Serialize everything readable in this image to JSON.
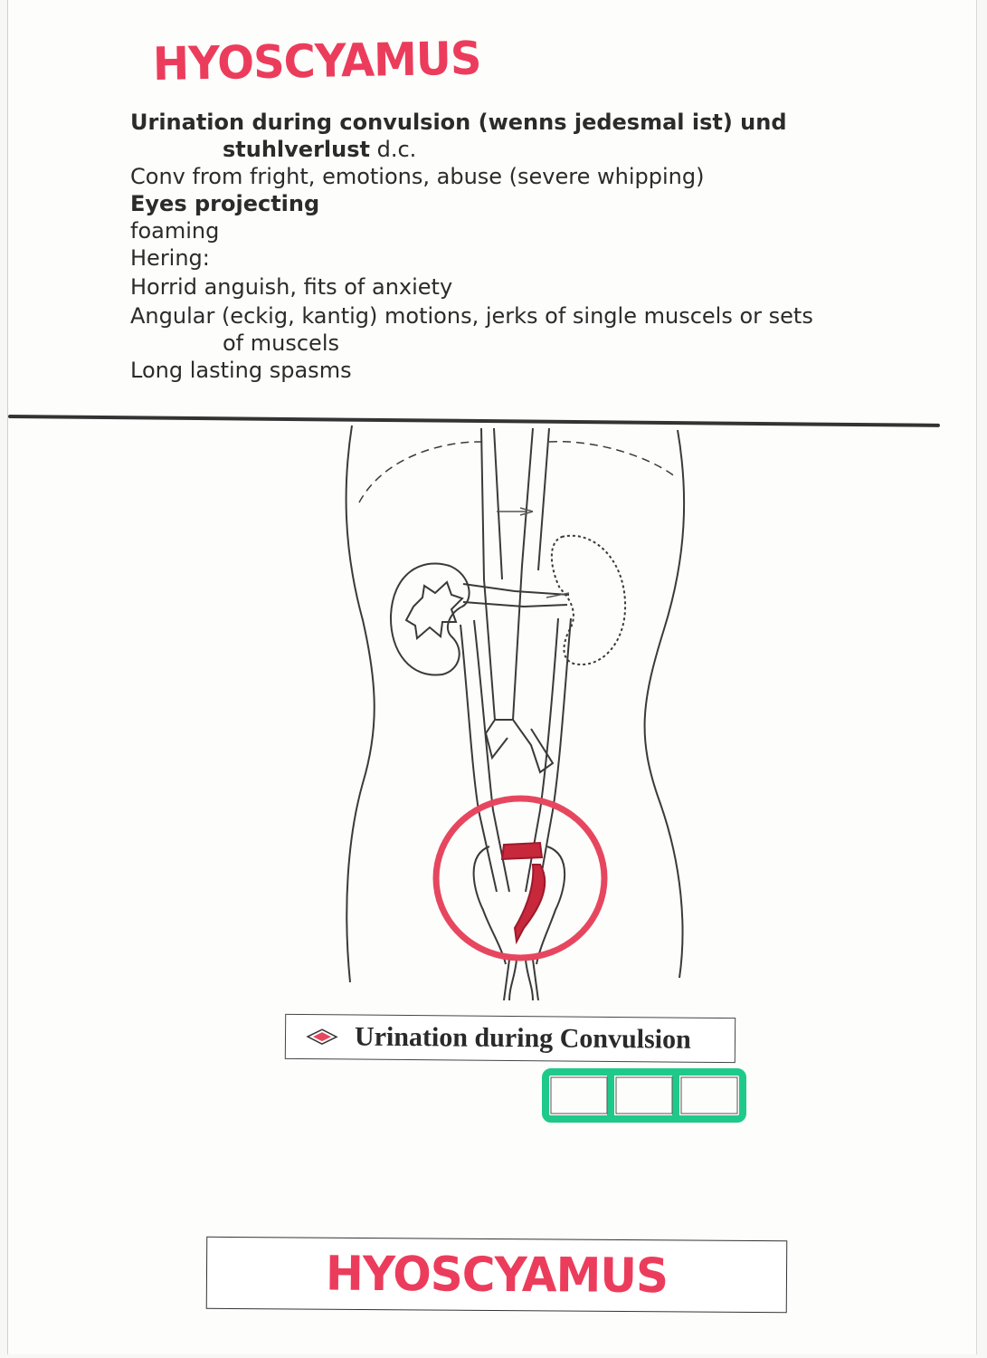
{
  "handwritten_title": "HYOSCYAMUS",
  "notes": {
    "line1_bold": "Urination during convulsion (wenns jedesmal ist) und",
    "line2_bold": "stuhlverlust",
    "line2_rest": " d.c.",
    "line3": "Conv from fright, emotions, abuse (severe whipping)",
    "line4_bold": "Eyes projecting",
    "line5": "foaming",
    "line6": "Hering:",
    "line7": "Horrid anguish, fits of anxiety",
    "line8": "Angular (eckig, kantig) motions, jerks of single muscels or sets",
    "line9": "of muscels",
    "line10": "Long lasting spasms"
  },
  "caption": {
    "text": "Urination during Convulsion"
  },
  "footer": {
    "text": "HYOSCYAMUS"
  },
  "colors": {
    "highlight_red": "#ec3c5c",
    "marker_green": "#1fc98a",
    "ink": "#2b2b2b"
  },
  "icons": [
    "red-diamond-icon"
  ]
}
